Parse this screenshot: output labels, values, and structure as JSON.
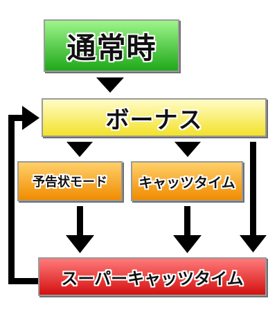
{
  "nodes": {
    "normal": {
      "label": "通常時",
      "color_top": "#9ef58a",
      "color_bottom": "#1fa81a"
    },
    "bonus": {
      "label": "ボーナス",
      "color_top": "#fffcc8",
      "color_bottom": "#f3e22a"
    },
    "yokoku": {
      "label": "予告状モード",
      "color_top": "#ffd06a",
      "color_bottom": "#f08c00"
    },
    "cat_time": {
      "label": "キャッツタイム",
      "color_top": "#ffd06a",
      "color_bottom": "#f08c00"
    },
    "super_cat_time": {
      "label": "スーパーキャッツタイム",
      "color_top": "#ff7a7a",
      "color_bottom": "#d41010"
    }
  },
  "edges": [
    {
      "from": "通常時",
      "to": "ボーナス"
    },
    {
      "from": "ボーナス",
      "to": "予告状モード"
    },
    {
      "from": "ボーナス",
      "to": "キャッツタイム"
    },
    {
      "from": "ボーナス",
      "to": "スーパーキャッツタイム"
    },
    {
      "from": "予告状モード",
      "to": "スーパーキャッツタイム"
    },
    {
      "from": "キャッツタイム",
      "to": "スーパーキャッツタイム"
    },
    {
      "from": "スーパーキャッツタイム",
      "to": "ボーナス"
    }
  ],
  "colors": {
    "arrow": "#000000",
    "box_border": "#9a9a9a"
  }
}
